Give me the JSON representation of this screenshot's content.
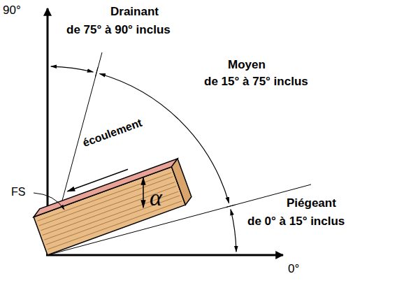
{
  "diagram": {
    "labels": [
      "90°",
      "Drainant",
      "de 75° à 90° inclus",
      "Moyen",
      "de 15° à 75° inclus",
      "Piégeant",
      "de 0° à 15° inclus",
      "écoulement",
      "FS",
      "α",
      "0°"
    ]
  }
}
